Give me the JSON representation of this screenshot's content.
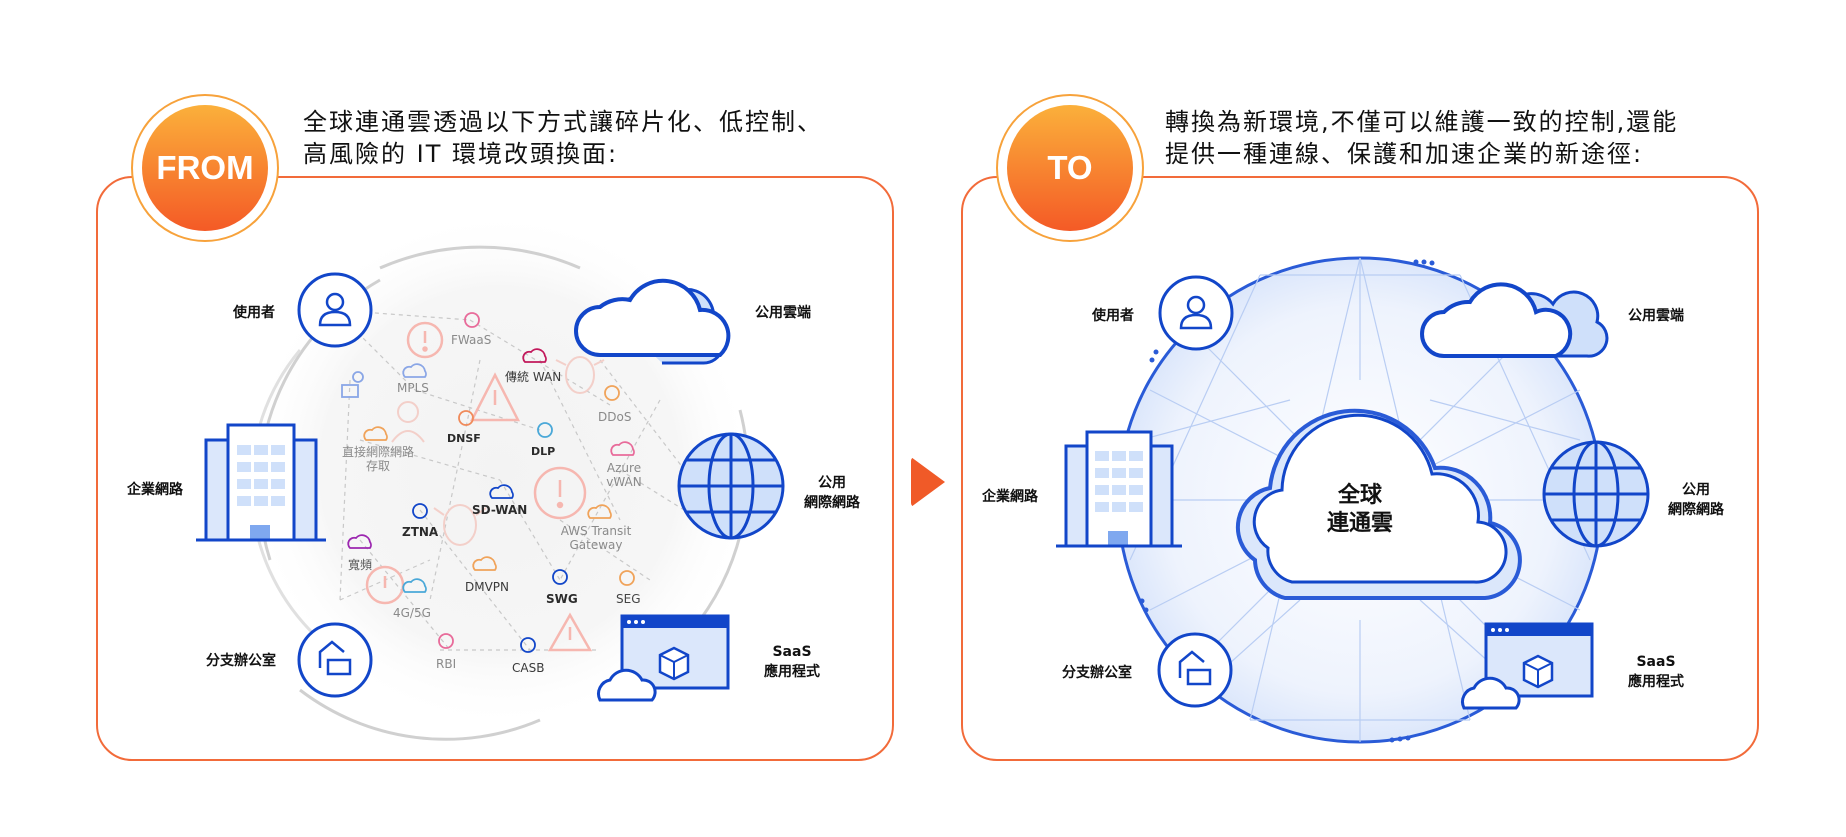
{
  "from_panel": {
    "badge": "FROM",
    "heading_line1": "全球連通雲透過以下方式讓碎片化、低控制、",
    "heading_line2": "高風險的 IT 環境改頭換面:",
    "nodes": {
      "user": "使用者",
      "public_cloud": "公用雲端",
      "enterprise_network": "企業網路",
      "public_internet_1": "公用",
      "public_internet_2": "網際網路",
      "branch_office": "分支辦公室",
      "saas_1": "SaaS",
      "saas_2": "應用程式"
    },
    "services": {
      "fwaas": "FWaaS",
      "mpls": "MPLS",
      "traditional_wan": "傳統 WAN",
      "ddos": "DDoS",
      "dnsf": "DNSF",
      "dlp": "DLP",
      "direct_internet_1": "直接網際網路",
      "direct_internet_2": "存取",
      "azure_1": "Azure",
      "azure_2": "vWAN",
      "sdwan": "SD-WAN",
      "ztna": "ZTNA",
      "aws_1": "AWS Transit",
      "aws_2": "Gateway",
      "broadband": "寬頻",
      "dmvpn": "DMVPN",
      "swg": "SWG",
      "seg": "SEG",
      "lte": "4G/5G",
      "rbi": "RBI",
      "casb": "CASB"
    }
  },
  "to_panel": {
    "badge": "TO",
    "heading_line1": "轉換為新環境,不僅可以維護一致的控制,還能",
    "heading_line2": "提供一種連線、保護和加速企業的新途徑:",
    "center_1": "全球",
    "center_2": "連通雲",
    "nodes": {
      "user": "使用者",
      "public_cloud": "公用雲端",
      "enterprise_network": "企業網路",
      "public_internet_1": "公用",
      "public_internet_2": "網際網路",
      "branch_office": "分支辦公室",
      "saas_1": "SaaS",
      "saas_2": "應用程式"
    }
  },
  "colors": {
    "accent_orange": "#f26b3a",
    "brand_blue": "#1246c9",
    "light_blue": "#dbe7fb"
  }
}
